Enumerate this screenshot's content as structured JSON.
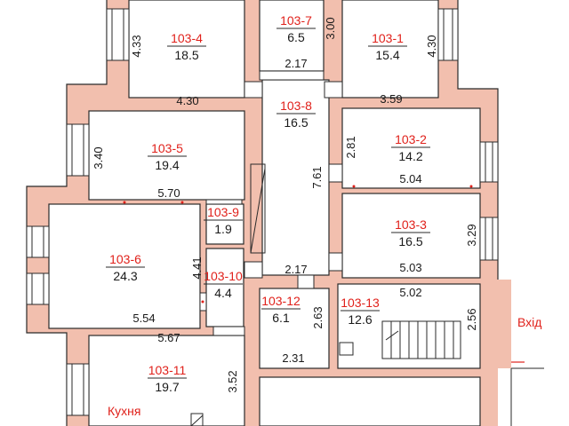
{
  "colors": {
    "wall": "#f2bfae",
    "outline": "#2a2a2a",
    "room": "#ffffff",
    "accent": "#e0211b"
  },
  "rooms": [
    {
      "id": "103-4",
      "area": "18.5"
    },
    {
      "id": "103-7",
      "area": "6.5"
    },
    {
      "id": "103-1",
      "area": "15.4"
    },
    {
      "id": "103-8",
      "area": "16.5"
    },
    {
      "id": "103-5",
      "area": "19.4"
    },
    {
      "id": "103-2",
      "area": "14.2"
    },
    {
      "id": "103-9",
      "area": "1.9"
    },
    {
      "id": "103-3",
      "area": "16.5"
    },
    {
      "id": "103-6",
      "area": "24.3"
    },
    {
      "id": "103-10",
      "area": "4.4"
    },
    {
      "id": "103-12",
      "area": "6.1"
    },
    {
      "id": "103-13",
      "area": "12.6"
    },
    {
      "id": "103-11",
      "area": "19.7"
    }
  ],
  "dimensions": [
    "4.33",
    "3.00",
    "4.30",
    "2.17",
    "4.30",
    "3.59",
    "3.40",
    "2.81",
    "7.61",
    "5.70",
    "5.04",
    "3.29",
    "4.41",
    "2.17",
    "5.03",
    "5.02",
    "2.63",
    "2.56",
    "5.54",
    "5.67",
    "2.31",
    "3.52"
  ],
  "labels": {
    "kitchen": "Кухня",
    "entrance": "Вхід"
  }
}
